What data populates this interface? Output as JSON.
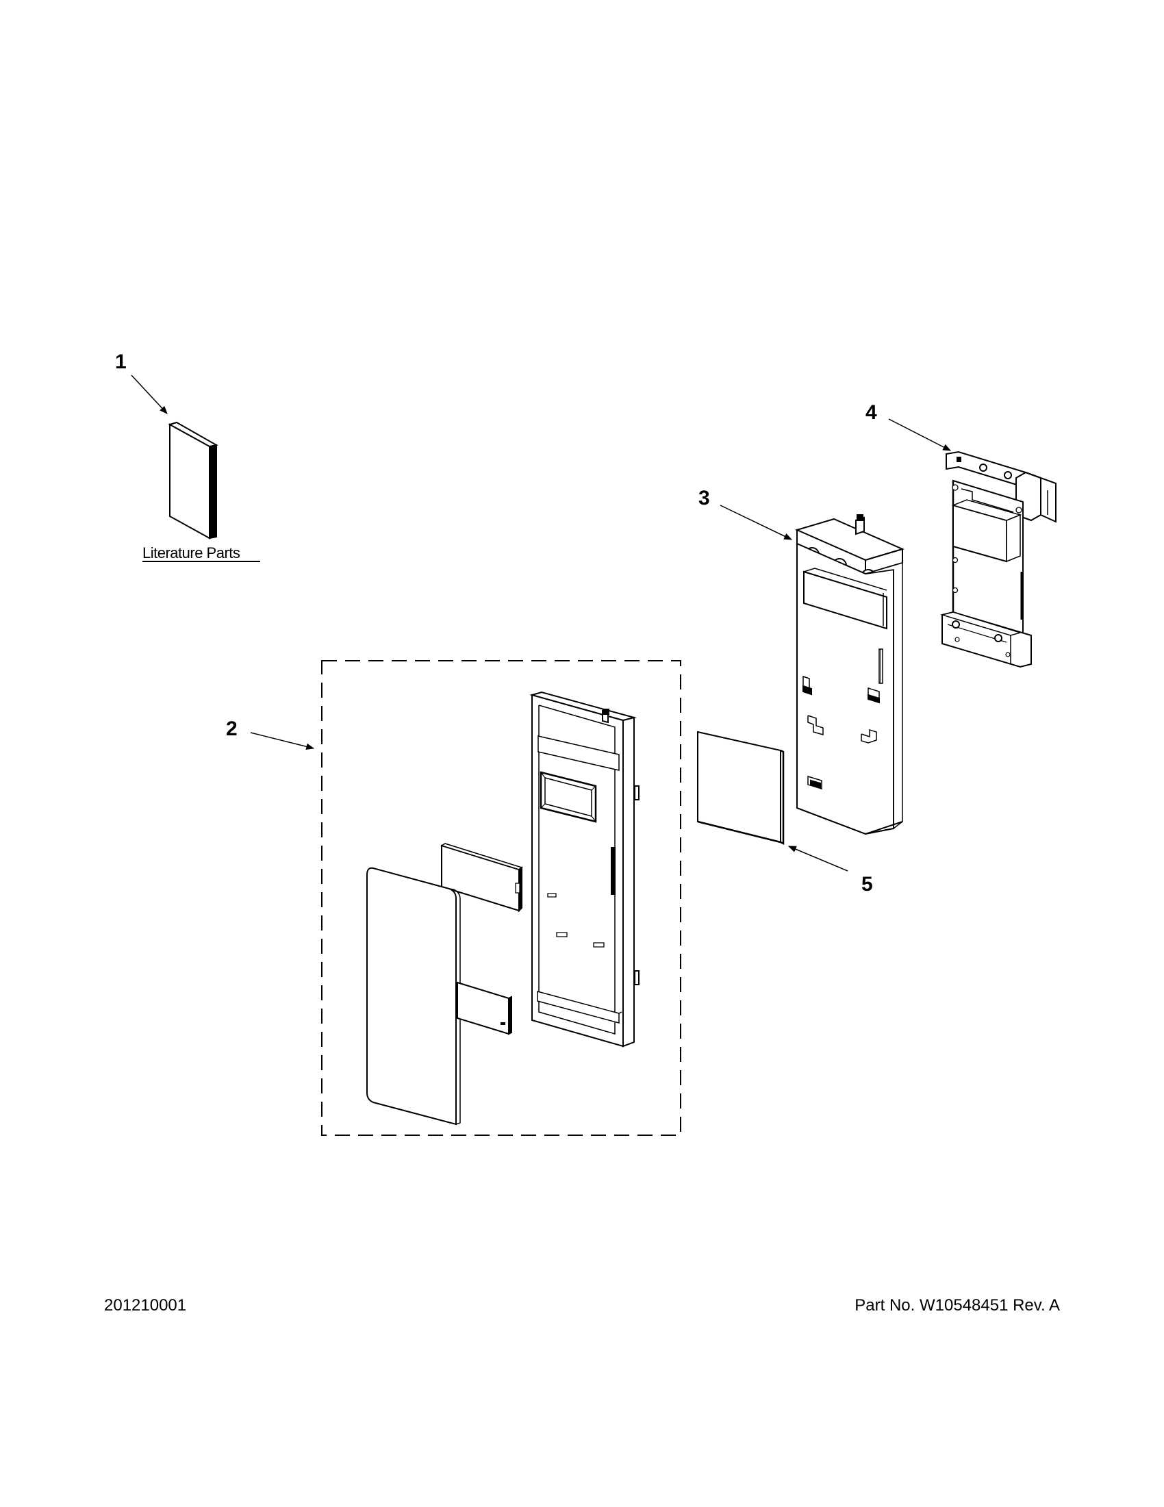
{
  "diagram": {
    "callouts": {
      "c1": "1",
      "c2": "2",
      "c3": "3",
      "c4": "4",
      "c5": "5"
    },
    "literature_label": "Literature Parts"
  },
  "footer": {
    "diagram_code": "201210001",
    "part_number": "Part No.  W10548451  Rev.  A"
  }
}
